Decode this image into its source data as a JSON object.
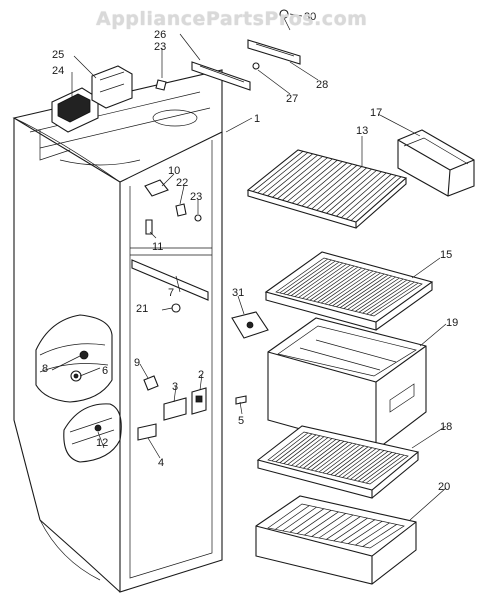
{
  "watermark": "AppliancePartsPros.com",
  "callouts": [
    {
      "id": "c30",
      "text": "30"
    },
    {
      "id": "c25",
      "text": "25"
    },
    {
      "id": "c26",
      "text": "26"
    },
    {
      "id": "c23a",
      "text": "23"
    },
    {
      "id": "c24",
      "text": "24"
    },
    {
      "id": "c28",
      "text": "28"
    },
    {
      "id": "c27",
      "text": "27"
    },
    {
      "id": "c1",
      "text": "1"
    },
    {
      "id": "c17",
      "text": "17"
    },
    {
      "id": "c13",
      "text": "13"
    },
    {
      "id": "c10",
      "text": "10"
    },
    {
      "id": "c22",
      "text": "22"
    },
    {
      "id": "c23b",
      "text": "23"
    },
    {
      "id": "c11",
      "text": "11"
    },
    {
      "id": "c15",
      "text": "15"
    },
    {
      "id": "c7",
      "text": "7"
    },
    {
      "id": "c21",
      "text": "21"
    },
    {
      "id": "c31",
      "text": "31"
    },
    {
      "id": "c19",
      "text": "19"
    },
    {
      "id": "c8",
      "text": "8"
    },
    {
      "id": "c6",
      "text": "6"
    },
    {
      "id": "c9",
      "text": "9"
    },
    {
      "id": "c3",
      "text": "3"
    },
    {
      "id": "c2",
      "text": "2"
    },
    {
      "id": "c5",
      "text": "5"
    },
    {
      "id": "c12",
      "text": "12"
    },
    {
      "id": "c4",
      "text": "4"
    },
    {
      "id": "c18",
      "text": "18"
    },
    {
      "id": "c20",
      "text": "20"
    }
  ]
}
